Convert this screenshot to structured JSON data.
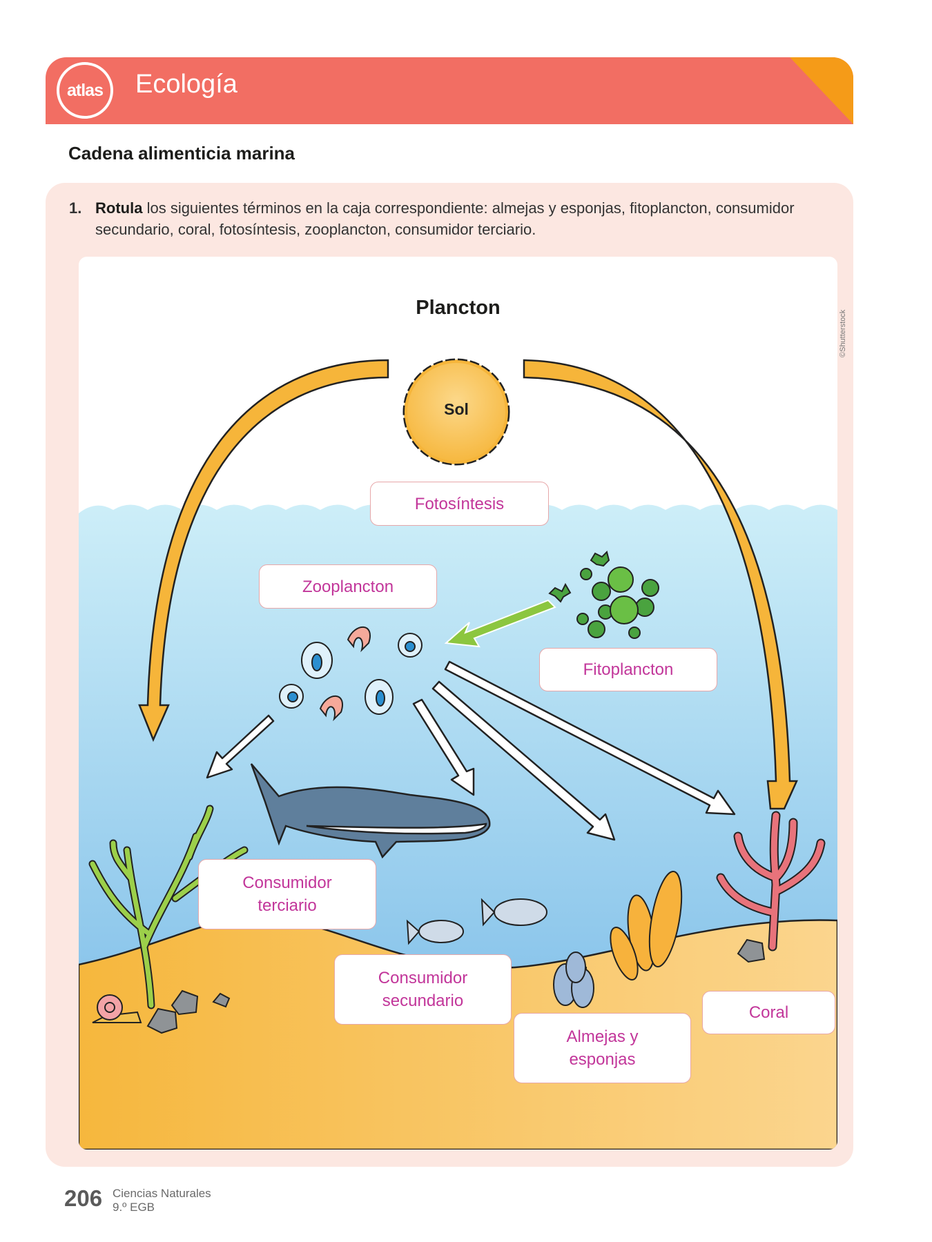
{
  "header": {
    "logo": "atlas",
    "title": "Ecología"
  },
  "section_title": "Cadena alimenticia marina",
  "activity": {
    "number": "1.",
    "verb": "Rotula",
    "instruction": "los siguientes términos en la caja correspondiente: almejas y esponjas, fitoplancton, consumidor secundario, coral, fotosíntesis, zooplancton, consumidor terciario."
  },
  "diagram": {
    "title": "Plancton",
    "sun_label": "Sol",
    "credit": "©Shutterstock",
    "labels": {
      "fotosintesis": "Fotosíntesis",
      "zooplancton": "Zooplancton",
      "fitoplancton": "Fitoplancton",
      "consumidor_terciario": "Consumidor terciario",
      "consumidor_secundario": "Consumidor secundario",
      "almejas_esponjas": "Almejas y esponjas",
      "coral": "Coral"
    },
    "colors": {
      "label_text": "#c2369a",
      "sun": "#f7b93c",
      "arrow_yellow": "#f6b53a",
      "arrow_green": "#8cc63f",
      "sand": "#f8c25a",
      "water": "#9ad0ee"
    }
  },
  "footer": {
    "page": "206",
    "subject": "Ciencias Naturales",
    "grade": "9.º EGB"
  }
}
